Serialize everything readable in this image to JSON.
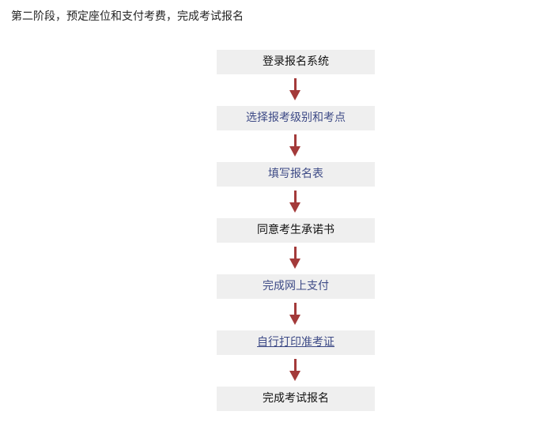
{
  "heading": "第二阶段，预定座位和支付考费，完成考试报名",
  "steps": [
    {
      "label": "登录报名系统"
    },
    {
      "label": "选择报考级别和考点"
    },
    {
      "label": "填写报名表"
    },
    {
      "label": "同意考生承诺书"
    },
    {
      "label": "完成网上支付"
    },
    {
      "label": "自行打印准考证"
    },
    {
      "label": "完成考试报名"
    }
  ],
  "colors": {
    "step_background": "#efefef",
    "arrow": "#a33a3a",
    "link_text": "#3d4a86",
    "plain_text": "#111111"
  },
  "icons": {
    "connector": "arrow-down-icon"
  }
}
